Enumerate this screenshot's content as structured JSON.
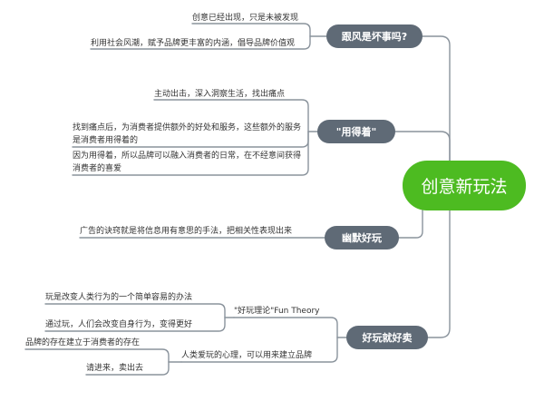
{
  "central_topic": "创意新玩法",
  "branches": [
    {
      "label": "跟风是坏事吗?",
      "leaves": [
        "创意已经出现，只是未被发现",
        "利用社会风潮，赋予品牌更丰富的内涵，倡导品牌价值观"
      ]
    },
    {
      "label": "\"用得着\"",
      "leaves": [
        "主动出击，深入洞察生活，找出痛点",
        "找到痛点后，为消费者提供额外的好处和服务，这些额外的服务是消费者用得着的",
        "因为用得着，所以品牌可以融入消费者的日常，在不经意间获得消费者的喜爱"
      ]
    },
    {
      "label": "幽默好玩",
      "leaves": [
        "广告的诀窍就是将信息用有意思的手法，把相关性表现出来"
      ]
    },
    {
      "label": "好玩就好卖",
      "subtopics": [
        {
          "label": "\"好玩理论\"Fun Theory",
          "leaves": [
            "玩是改变人类行为的一个简单容易的办法",
            "通过玩，人们会改变自身行为，变得更好"
          ]
        },
        {
          "label": "人类爱玩的心理，可以用来建立品牌",
          "leaves": [
            "品牌的存在建立于消费者的存在",
            "请进来，卖出去"
          ]
        }
      ]
    }
  ]
}
